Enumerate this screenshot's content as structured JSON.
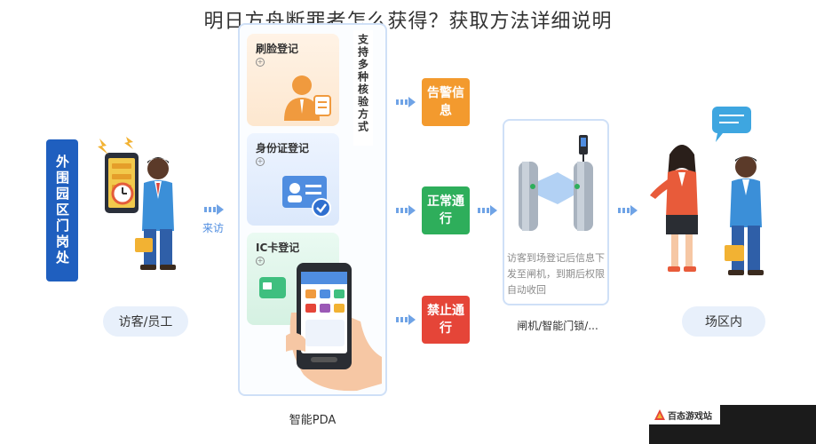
{
  "title": "明日方舟断罪者怎么获得？获取方法详细说明",
  "left": {
    "badge_text": "外围园区门岗处",
    "pill_label": "访客/员工",
    "arrow_label": "来访"
  },
  "pda": {
    "side_label": "支持多种核验方式",
    "cards": [
      {
        "title": "刷脸登记"
      },
      {
        "title": "身份证登记"
      },
      {
        "title": "IC卡登记"
      }
    ],
    "caption": "智能PDA"
  },
  "status": {
    "warn": "告警信息",
    "ok": "正常通行",
    "deny": "禁止通行"
  },
  "gate": {
    "desc": "访客到场登记后信息下发至闸机，到期后权限自动收回",
    "caption": "闸机/智能门锁/..."
  },
  "right": {
    "pill_label": "场区内"
  },
  "watermark": {
    "text": "百态游戏站"
  },
  "colors": {
    "brand_blue": "#1f5fbf",
    "warn": "#f39a2e",
    "ok": "#2eae5b",
    "deny": "#e54538",
    "arrow": "#6fa3e6"
  }
}
